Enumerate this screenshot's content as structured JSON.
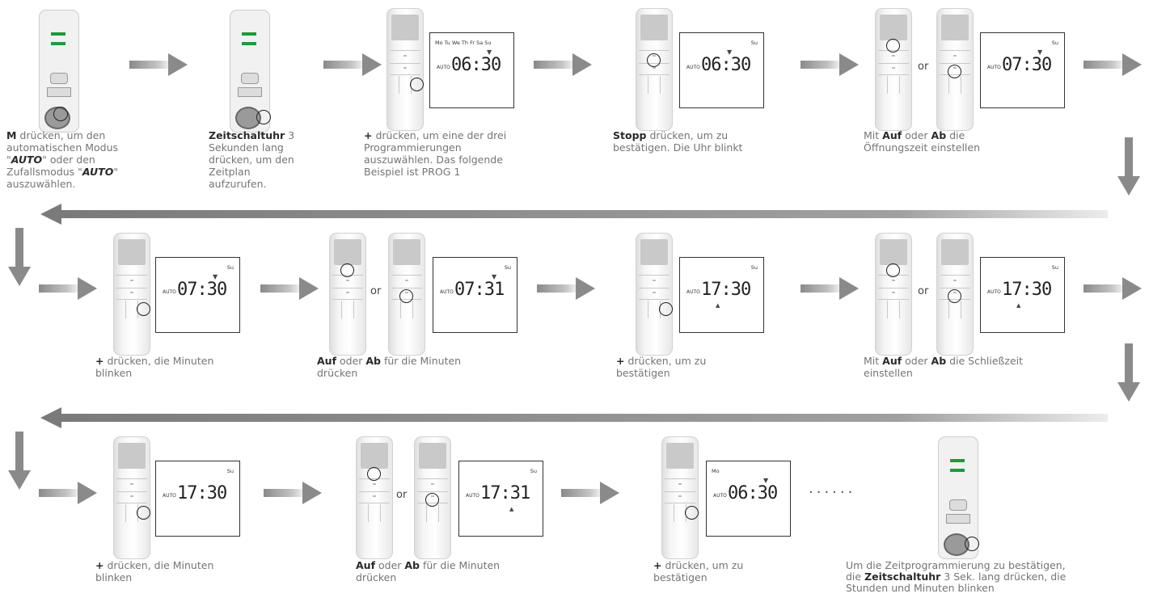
{
  "or_label": "or",
  "dots": "......",
  "lcd": {
    "days_full": "Mo Tu We Th Fr Sa Su",
    "su": "Su",
    "mo": "Mo",
    "auto": "AUTO",
    "t0630": "06:30",
    "t0730": "07:30",
    "t0731": "07:31",
    "t1730": "17:30",
    "t1731": "17:31"
  },
  "captions": {
    "c1": {
      "b1": "M",
      "t1": " drücken, um den automatischen Modus \"",
      "e1": "AUTO",
      "t2": "\" oder den Zufallsmodus \"",
      "e2": "AUTO",
      "t3": "\" auszuwählen."
    },
    "c2": {
      "b1": "Zeitschaltuhr",
      "t1": " 3 Sekunden lang drücken, um den Zeitplan aufzurufen."
    },
    "c3": {
      "b1": "+",
      "t1": " drücken, um eine der drei Programmierungen auszuwählen. Das folgende Beispiel ist PROG 1"
    },
    "c4": {
      "b1": "Stopp",
      "t1": " drücken, um zu bestätigen. Die Uhr blinkt"
    },
    "c5": {
      "t0": "Mit ",
      "b1": "Auf",
      "t1": " oder ",
      "b2": "Ab",
      "t2": " die Öffnungszeit einstellen"
    },
    "c6": {
      "b1": "+",
      "t1": " drücken, die Minuten blinken"
    },
    "c7": {
      "b1": "Auf",
      "t1": " oder ",
      "b2": "Ab",
      "t2": "  für die Minuten drücken"
    },
    "c8": {
      "b1": "+",
      "t1": " drücken, um zu bestätigen"
    },
    "c9": {
      "t0": "Mit ",
      "b1": "Auf",
      "t1": " oder ",
      "b2": "Ab",
      "t2": "  die Schließzeit einstellen"
    },
    "c10": {
      "b1": "+",
      "t1": " drücken, die Minuten blinken"
    },
    "c11": {
      "b1": "Auf",
      "t1": " oder ",
      "b2": "Ab",
      "t2": " für die Minuten drücken"
    },
    "c12": {
      "b1": "+",
      "t1": " drücken, um zu bestätigen"
    },
    "c13": {
      "t0": "Um die Zeitprogrammierung zu bestätigen, die ",
      "b1": "Zeitschaltuhr",
      "t1": " 3 Sek. lang drücken, die Stunden und Minuten blinken"
    }
  }
}
